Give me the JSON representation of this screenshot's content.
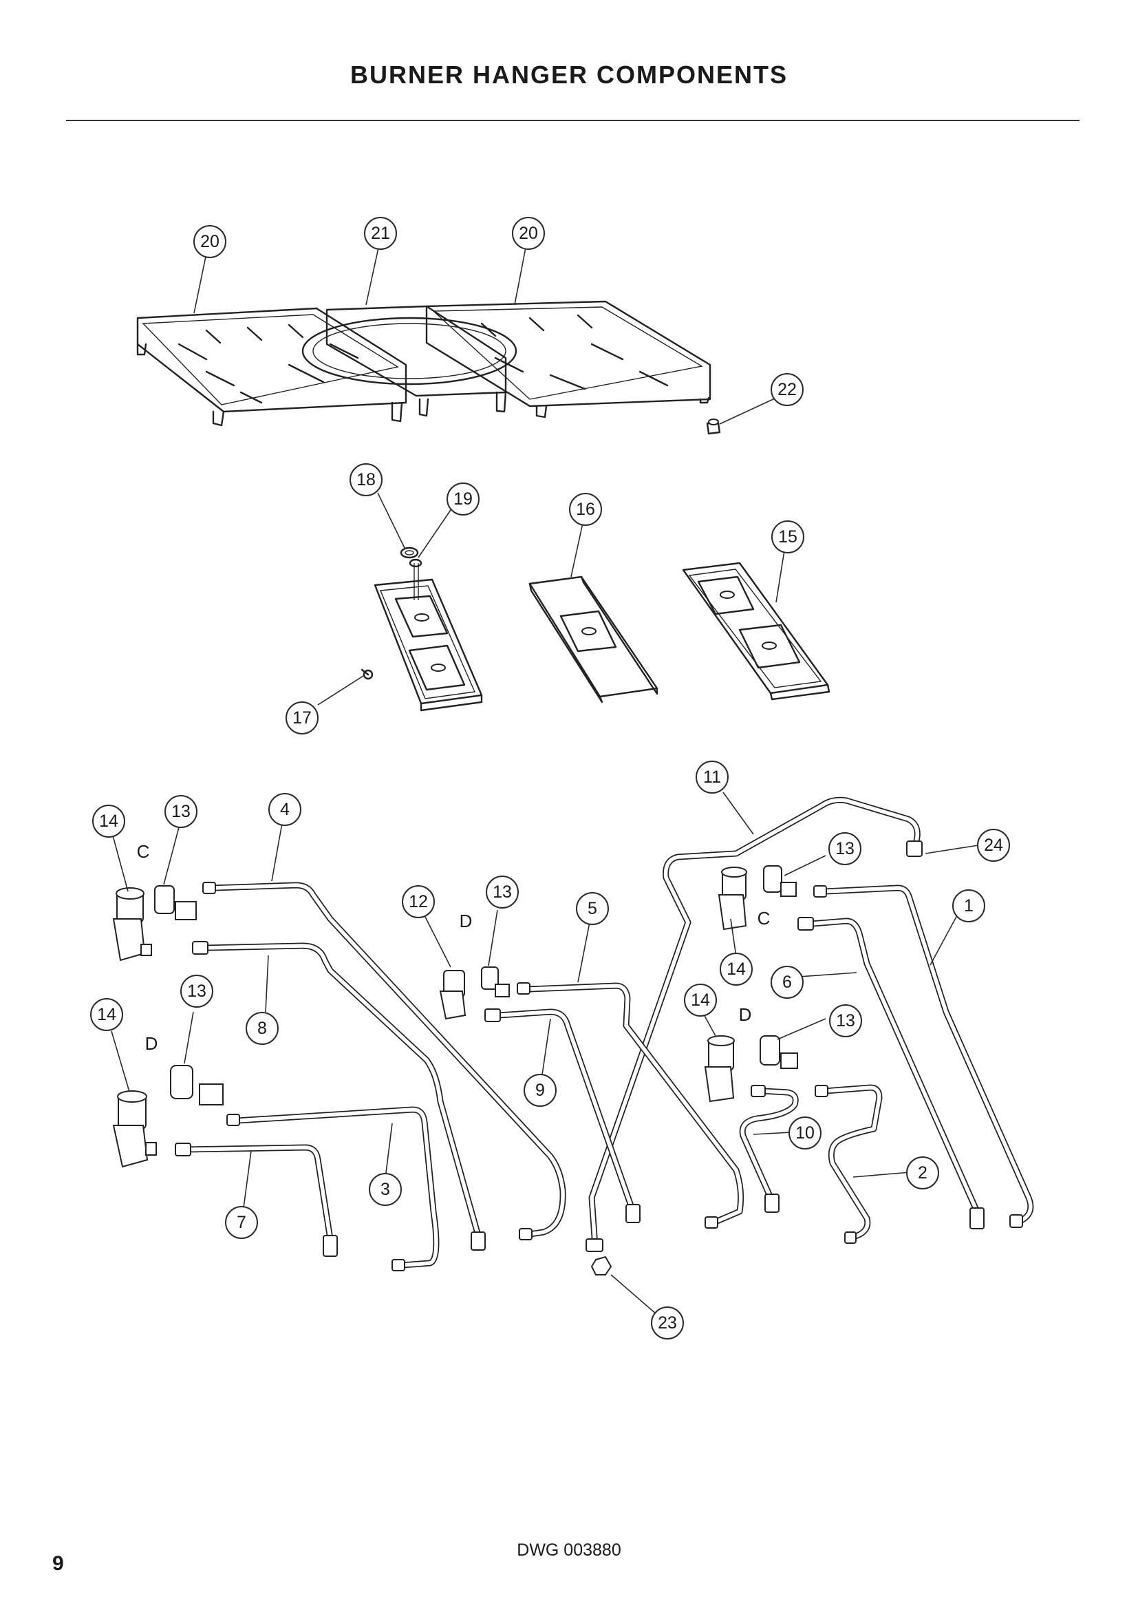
{
  "page": {
    "title": "BURNER HANGER COMPONENTS",
    "drawing_number": "DWG 003880",
    "page_number": "9"
  },
  "callouts": {
    "c20a": "20",
    "c21": "21",
    "c20b": "20",
    "c22": "22",
    "c18": "18",
    "c19": "19",
    "c16": "16",
    "c15": "15",
    "c17": "17",
    "c11": "11",
    "c24": "24",
    "c14a": "14",
    "c13a": "13",
    "c4": "4",
    "c12": "12",
    "c13b": "13",
    "c5": "5",
    "c13c": "13",
    "c1": "1",
    "c14b": "14",
    "c6": "6",
    "c13d": "13",
    "c8": "8",
    "c14c": "14",
    "c9": "9",
    "c14d": "14",
    "c13e": "13",
    "c10": "10",
    "c2": "2",
    "c3": "3",
    "c7": "7",
    "c23": "23"
  },
  "letters": {
    "l_c1": "C",
    "l_d1": "D",
    "l_c2": "C",
    "l_d2": "D",
    "l_d3": "D"
  }
}
